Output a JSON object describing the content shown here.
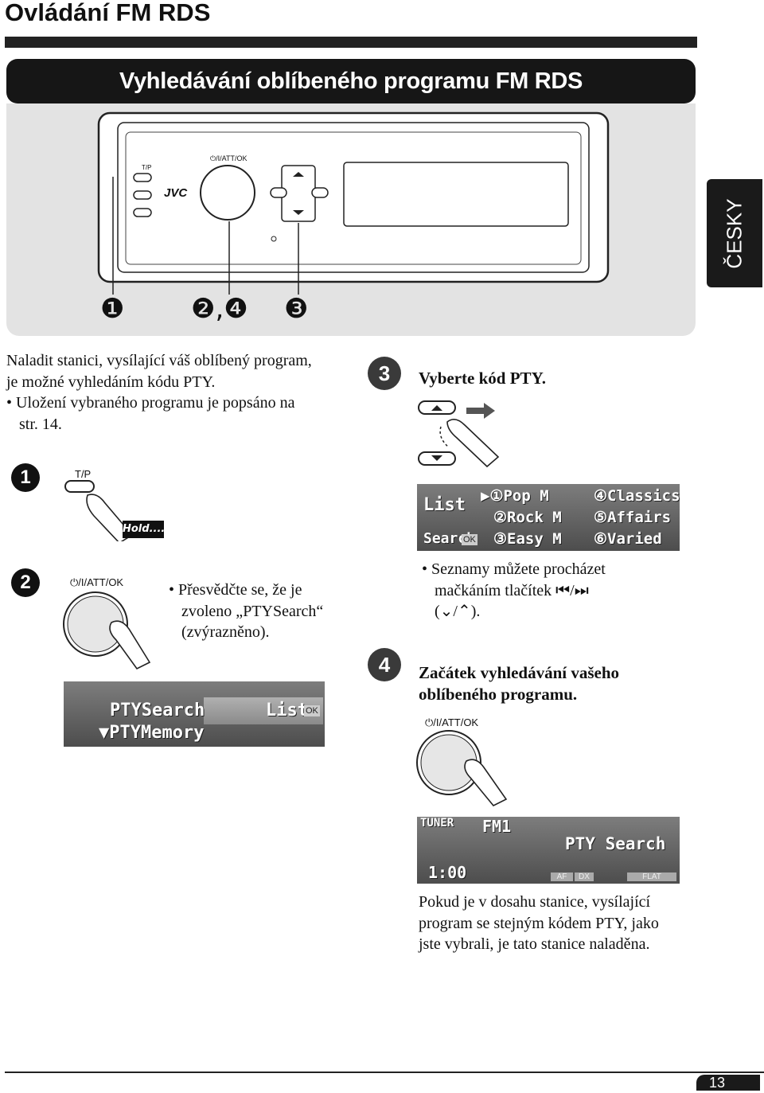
{
  "header": {
    "title": "Ovládání FM RDS",
    "banner": "Vyhledávání oblíbeného programu FM RDS",
    "language_tab": "ČESKY"
  },
  "diagram": {
    "brand": "JVC",
    "tp_label": "T/P",
    "power_label": "⏻/I/ATT/OK",
    "callouts": [
      "❶",
      "❷,❹",
      "❸"
    ]
  },
  "intro": {
    "line1": "Naladit stanici, vysílající váš oblíbený program,",
    "line2": "je možné vyhledáním kódu PTY.",
    "bullet_line1": "• Uložení vybraného programu je popsáno na",
    "bullet_line2": "str. 14."
  },
  "step1": {
    "num": "1",
    "label": "T/P",
    "hold": "Hold...."
  },
  "step2": {
    "num": "2",
    "label": "⏻/I/ATT/OK",
    "note_line1": "• Přesvědčte se, že je",
    "note_line2": "zvoleno „PTYSearch“",
    "note_line3": "(zvýrazněno).",
    "lcd_row1_left": "PTYSearch",
    "lcd_row1_right": "List",
    "lcd_row2": "▼PTYMemory",
    "lcd_ok": "OK"
  },
  "step3": {
    "num": "3",
    "heading": "Vyberte kód PTY.",
    "lcd_left_top": "List",
    "lcd_left_bottom": "Search",
    "lcd_ok": "OK",
    "lcd_items": [
      "▶①Pop M",
      "②Rock M",
      "③Easy M",
      "④Classics",
      "⑤Affairs",
      "⑥Varied"
    ],
    "note_line1": "• Seznamy můžete procházet",
    "note_line2": "mačkáním tlačítek ⏮/⏭",
    "note_line3": "(⌄/⌃)."
  },
  "step4": {
    "num": "4",
    "heading_line1": "Začátek vyhledávání vašeho",
    "heading_line2": "oblíbeného programu.",
    "label": "⏻/I/ATT/OK",
    "lcd_tuner": "TUNER",
    "lcd_band": "FM1",
    "lcd_main": "PTY Search",
    "lcd_clock": "1:00",
    "lcd_af": "AF",
    "lcd_dx": "DX",
    "lcd_flat": "FLAT",
    "result_line1": "Pokud je v dosahu stanice, vysílající",
    "result_line2": "program se stejným kódem PTY, jako",
    "result_line3": "jste vybrali, je tato stanice naladěna."
  },
  "footer": {
    "page_number": "13"
  }
}
